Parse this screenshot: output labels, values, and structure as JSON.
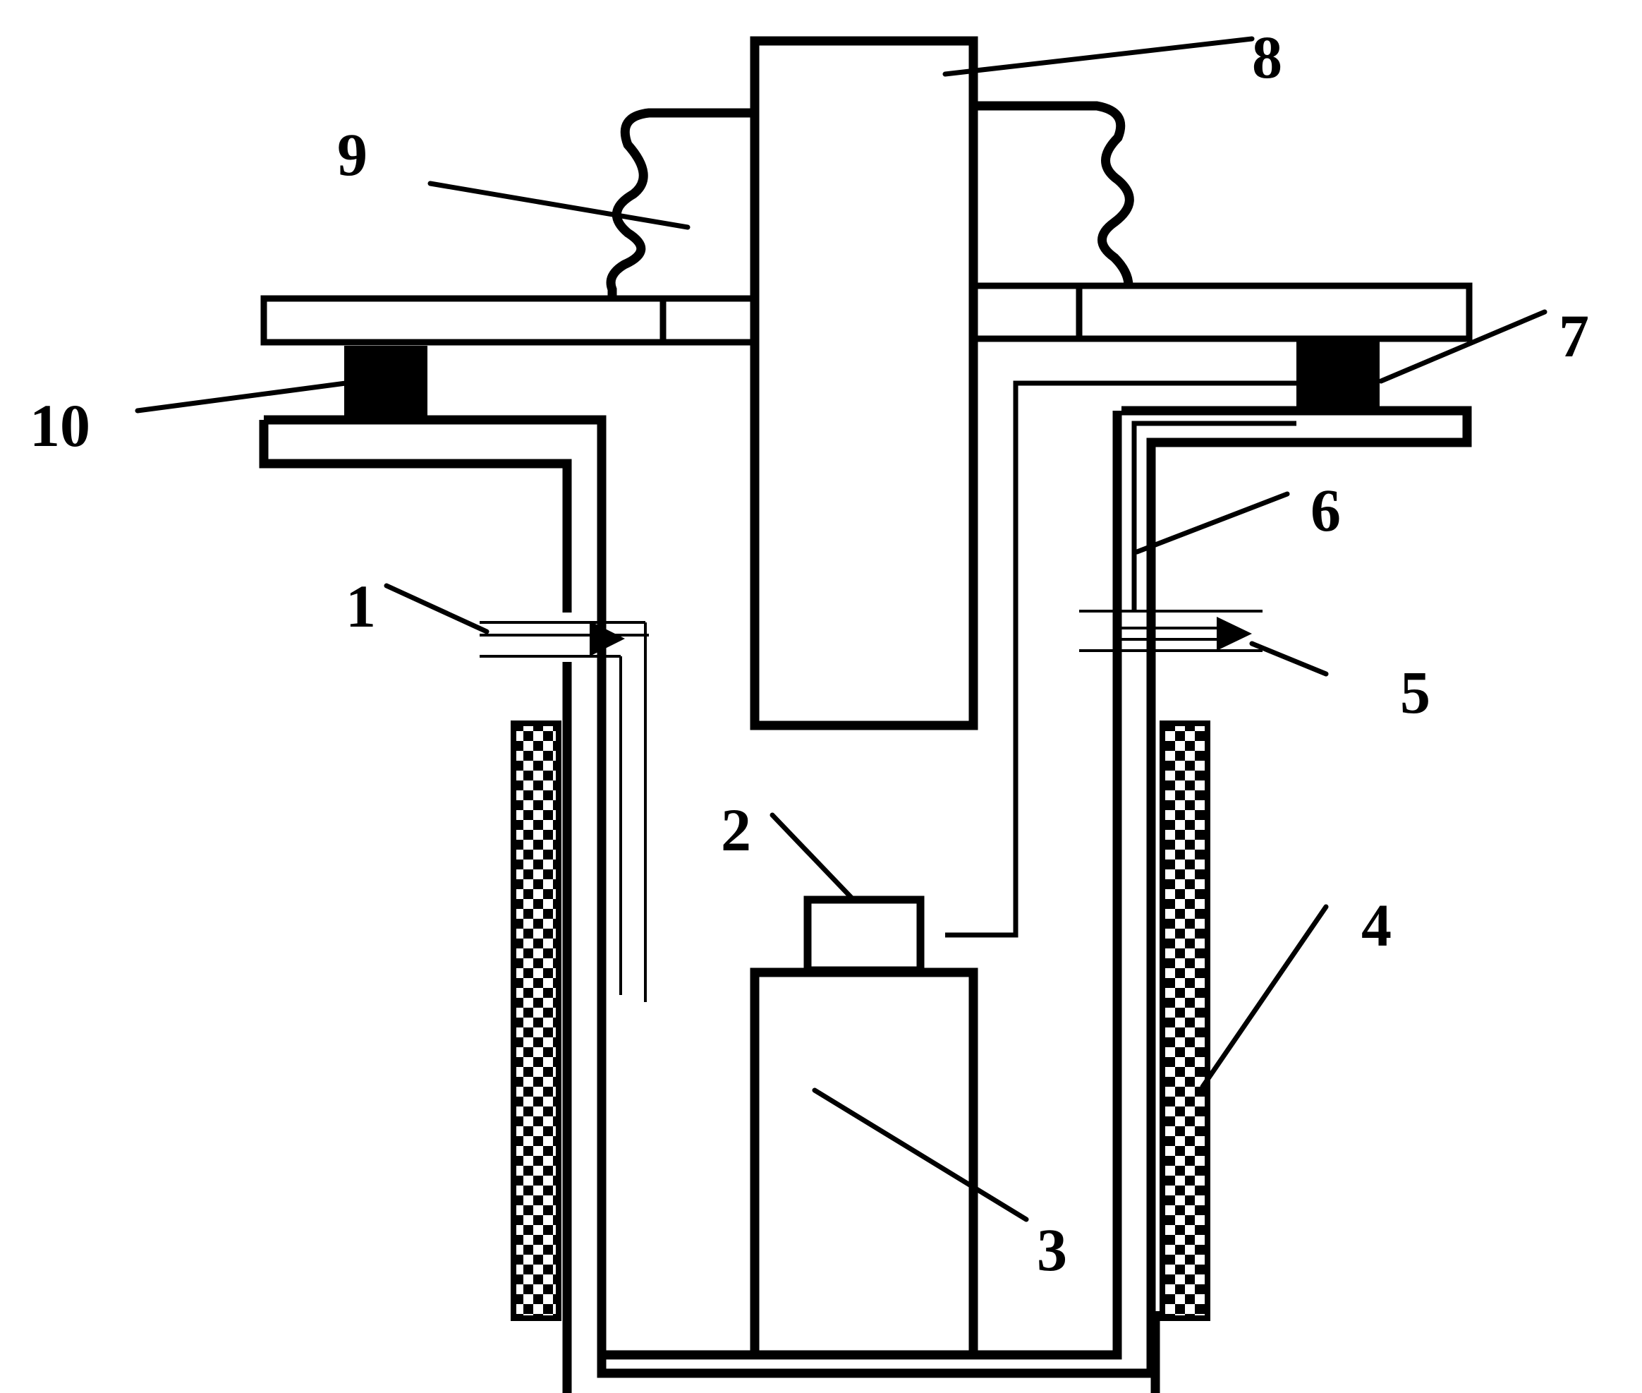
{
  "diagram": {
    "callouts": [
      {
        "id": "1",
        "label": "1"
      },
      {
        "id": "2",
        "label": "2"
      },
      {
        "id": "3",
        "label": "3"
      },
      {
        "id": "4",
        "label": "4"
      },
      {
        "id": "5",
        "label": "5"
      },
      {
        "id": "6",
        "label": "6"
      },
      {
        "id": "7",
        "label": "7"
      },
      {
        "id": "8",
        "label": "8"
      },
      {
        "id": "9",
        "label": "9"
      },
      {
        "id": "10",
        "label": "10"
      }
    ],
    "colors": {
      "stroke": "#000000",
      "background": "#ffffff",
      "seal": "#000000"
    }
  }
}
